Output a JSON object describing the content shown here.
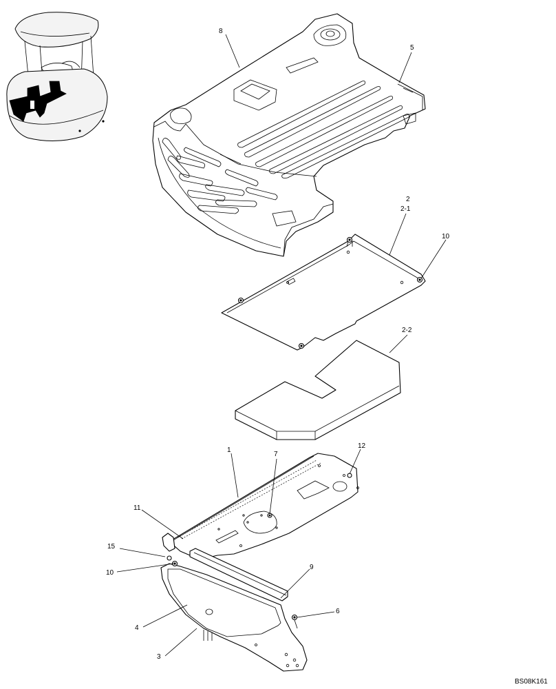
{
  "diagram": {
    "code": "BS08K161",
    "callouts": {
      "c1": "1",
      "c2": "2",
      "c2_1": "2-1",
      "c2_2": "2-2",
      "c3": "3",
      "c4": "4",
      "c5": "5",
      "c6": "6",
      "c7": "7",
      "c8": "8",
      "c9": "9",
      "c10a": "10",
      "c10b": "10",
      "c11": "11",
      "c12": "12",
      "c15": "15"
    }
  }
}
